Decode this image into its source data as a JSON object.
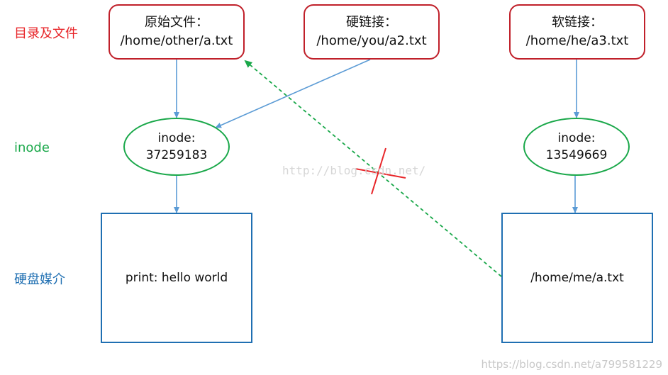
{
  "labels": {
    "row1": "目录及文件",
    "row2": "inode",
    "row3": "硬盘媒介"
  },
  "files": {
    "original": {
      "title": "原始文件：",
      "path": "/home/other/a.txt"
    },
    "hardlink": {
      "title": "硬链接：",
      "path": "/home/you/a2.txt"
    },
    "softlink": {
      "title": "软链接：",
      "path": "/home/he/a3.txt"
    }
  },
  "inodes": {
    "left": {
      "label": "inode:",
      "number": "37259183"
    },
    "right": {
      "label": "inode:",
      "number": "13549669"
    }
  },
  "disks": {
    "left": "print: hello world",
    "right": "/home/me/a.txt"
  },
  "watermarks": {
    "center": "http://blog.csdn.net/",
    "bottom": "https://blog.csdn.net/a799581229"
  },
  "colors": {
    "label_row1": "#e8262a",
    "label_row2": "#1aa84a",
    "label_row3": "#1f6fb2",
    "file_border": "#c0202a",
    "inode_border": "#1aa84a",
    "disk_border": "#1f6fb2",
    "arrow": "#5b9bd5",
    "dashed_arrow": "#1aa84a",
    "cross": "#e8262a"
  }
}
